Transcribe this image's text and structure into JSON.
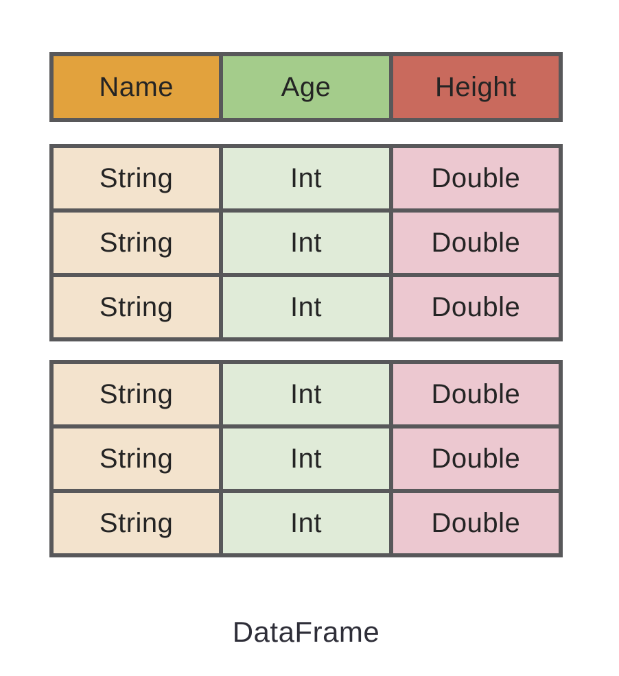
{
  "header": {
    "columns": [
      {
        "label": "Name",
        "bg": "#e2a23d"
      },
      {
        "label": "Age",
        "bg": "#a4cc8b"
      },
      {
        "label": "Height",
        "bg": "#c96a5d"
      }
    ]
  },
  "blocks": [
    {
      "rows": [
        [
          "String",
          "Int",
          "Double"
        ],
        [
          "String",
          "Int",
          "Double"
        ],
        [
          "String",
          "Int",
          "Double"
        ]
      ]
    },
    {
      "rows": [
        [
          "String",
          "Int",
          "Double"
        ],
        [
          "String",
          "Int",
          "Double"
        ],
        [
          "String",
          "Int",
          "Double"
        ]
      ]
    }
  ],
  "cell_colors": [
    "#f3e3cd",
    "#e0ebd8",
    "#ecc8d0"
  ],
  "frame_color": "#58585a",
  "caption": "DataFrame"
}
